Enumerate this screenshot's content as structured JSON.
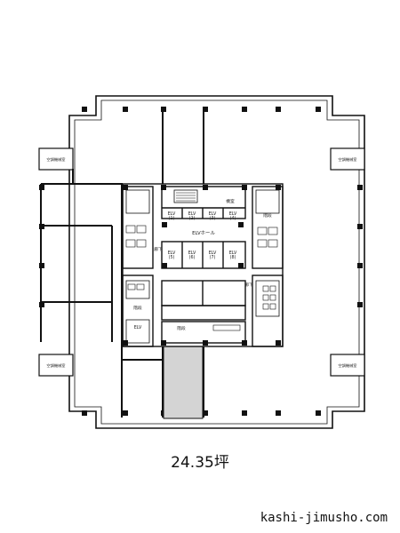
{
  "floor_plan": {
    "area_label": "24.35坪",
    "leased_section_color": "#d4d4d4",
    "rooms": {
      "elevator_hall": "ELVホール",
      "machine_room": "機室",
      "elevators_upper": [
        "ELV\n(1)",
        "ELV\n(2)",
        "ELV\n(3)",
        "ELV\n(4)"
      ],
      "elevators_lower": [
        "ELV\n(5)",
        "ELV\n(6)",
        "ELV\n(7)",
        "ELV\n(8)"
      ],
      "elv_single": "ELV",
      "corner_equipment": [
        "空調機械室",
        "空調機械室",
        "空調機械室",
        "空調機械室"
      ],
      "corridor_left": "廊下",
      "corridor_right": "廊下",
      "stair_left": "階段",
      "stair_right": "階段",
      "stair_bottom": "階段"
    }
  },
  "footer": {
    "site": "kashi-jimusho.com"
  }
}
